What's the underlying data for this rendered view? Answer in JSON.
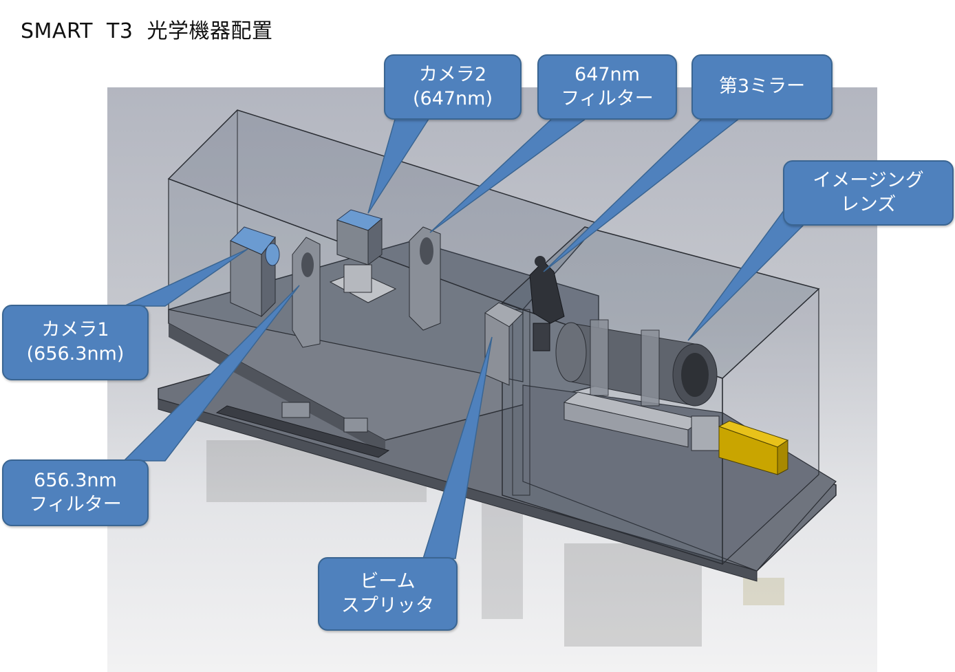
{
  "title": "SMART  T3  光学機器配置",
  "colors": {
    "callout_fill": "#4f81bd",
    "callout_border": "#3a6592",
    "pointer_fill": "#4f81bd",
    "enclosure": "#556070",
    "plate": "#6a707c",
    "lens_barrel": "#5a5f68",
    "yellow_block": "#d9b100"
  },
  "callouts": {
    "camera2": {
      "line1": "カメラ2",
      "line2": "(647nm)"
    },
    "filter647": {
      "line1": "647nm",
      "line2": "フィルター"
    },
    "mirror3": {
      "line1": "第3ミラー"
    },
    "imaging_lens": {
      "line1": "イメージング",
      "line2": "レンズ"
    },
    "camera1": {
      "line1": "カメラ1",
      "line2": "(656.3nm)"
    },
    "filter6563": {
      "line1": "656.3nm",
      "line2": "フィルター"
    },
    "beam_splitter": {
      "line1": "ビーム",
      "line2": "スプリッタ"
    }
  }
}
